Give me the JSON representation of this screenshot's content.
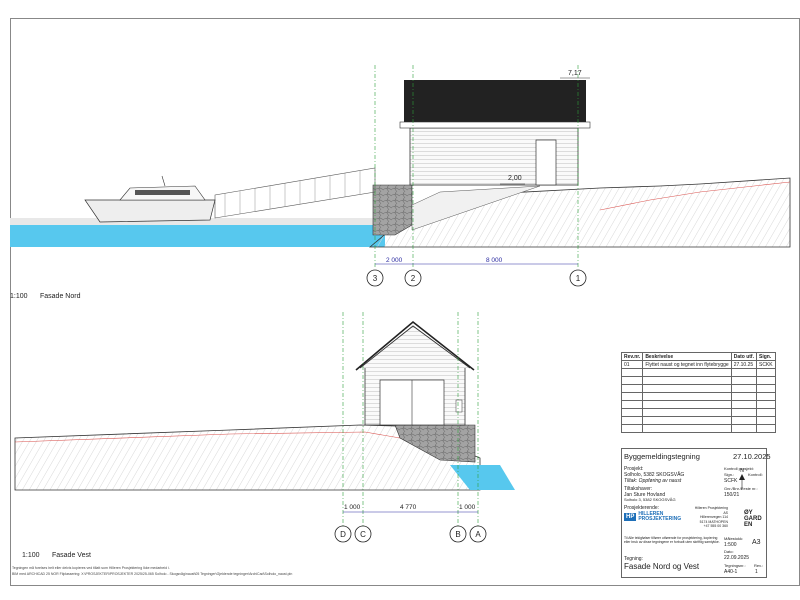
{
  "drawing": {
    "north": {
      "caption_scale": "1:100",
      "caption_title": "Fasade Nord",
      "level_roof": "7,17",
      "level_floor": "2,00",
      "grid": [
        "3",
        "2",
        "1"
      ],
      "dims": [
        "2 000",
        "8 000"
      ]
    },
    "west": {
      "caption_scale": "1:100",
      "caption_title": "Fasade Vest",
      "grid": [
        "D",
        "C",
        "B",
        "A"
      ],
      "dims": [
        "1 000",
        "4 770",
        "1 000"
      ]
    }
  },
  "revisions": {
    "headers": [
      "Rev.nr.",
      "Beskrivelse",
      "Dato utf.",
      "Sign."
    ],
    "rows": [
      [
        "01",
        "Flyttet naust og tegnet inn flytebrygge",
        "27.10.25",
        "SCKK"
      ]
    ]
  },
  "title_block": {
    "stage": "Byggemeldingstegning",
    "stage_date": "27.10.2025",
    "project_label": "Prosjekt:",
    "project_name": "Solholo, 5382 SKOGSVÅG",
    "project_subtitle": "Tiltak: Oppføring av naust",
    "control_label": "Kontroll prosjekt:",
    "sign_label": "Sign.:",
    "sign_value": "SCFK",
    "kontroll_label": "Kontroll:",
    "owner_label": "Tiltakshaver:",
    "owner_name": "Jan Sture Hovland",
    "owner_address": "Solholo 3, 5382 SKOGSVÅG",
    "gnr_label": "Gnr./Bnr./Feste nr.:",
    "gnr_value": "150/21",
    "designer_label": "Prosjekterende:",
    "designer_logo_short": "HP",
    "designer_logo_line1": "HILLEREN",
    "designer_logo_line2": "PROSJEKTERING",
    "designer_address": [
      "Hilleren Prosjektering AS",
      "Hilleren­vegen 114",
      "5174 MATHOPEN",
      "+47 555 00 360"
    ],
    "partner_logo": [
      "ØY",
      "GARD",
      "EN"
    ],
    "disclaimer": "Til Alle tekigfølser tilfører utførende for prosjektering, kopiering eller bruk av disse tegningene er forbudt uten skriftlig samtykke.",
    "drawing_label": "Tegning:",
    "drawing_title": "Fasade Nord og Vest",
    "scale_label": "Målestokk:",
    "scale_value": "1:500",
    "format": "A3",
    "date_label": "Dato:",
    "date_value": "22.09.2025",
    "number_label": "Tegningsnr.:",
    "number_value": "A40-1",
    "rev_label": "Rev.:",
    "rev_value": "1",
    "north_arrow": "N"
  },
  "footer": {
    "line1": "Tegningen må forelses helt eller delvis kopieres ved tillatt som Hilleren Prosjektering Ikke medarbeid i.",
    "line2": "BIM med ARCHICAD 25 NOR   Filplassering: X:\\PROSJEKTER\\PROSJEKTER 2025\\25-065 Solholo - Skogsvåg\\naust\\05 Tegninger\\Gjeldende tegninger\\ArchiCad\\Solholo_naust.pln"
  },
  "colors": {
    "water": "#57c8ee",
    "roof": "#222222",
    "terrain_line": "#d9534f",
    "grid_line": "#2e9e3a",
    "dim_text": "#2a2aa0",
    "stone": "#9b9b9b"
  }
}
